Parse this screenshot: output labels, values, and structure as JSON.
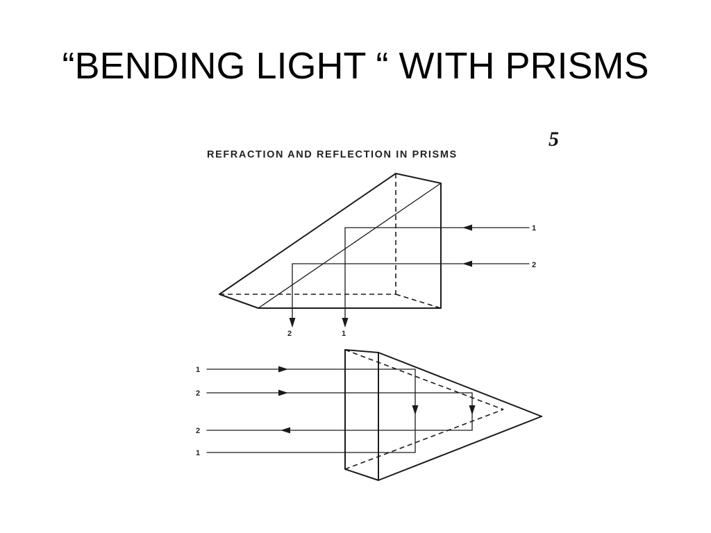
{
  "slide": {
    "title": "“BENDING LIGHT “ WITH PRISMS"
  },
  "figure": {
    "heading": "REFRACTION AND REFLECTION IN PRISMS",
    "page_number": "5",
    "top_prism": {
      "input_ray_labels": [
        "1",
        "2"
      ],
      "output_ray_labels": [
        "2",
        "1"
      ]
    },
    "bottom_prism": {
      "left_ray_labels": [
        "1",
        "2",
        "2",
        "1"
      ]
    }
  }
}
